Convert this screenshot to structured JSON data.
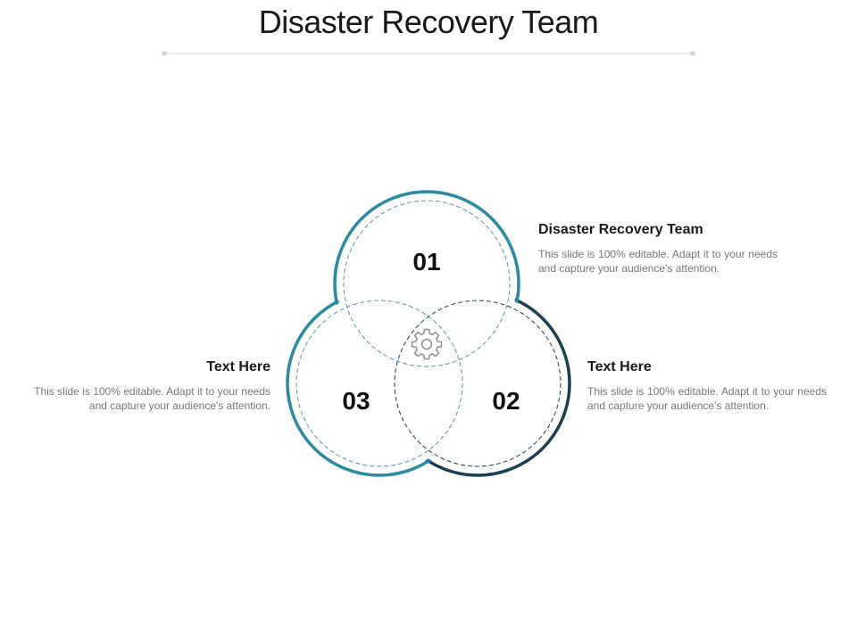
{
  "title": "Disaster Recovery Team",
  "items": [
    {
      "number": "01",
      "heading": "Disaster Recovery Team",
      "body": "This slide is 100% editable. Adapt it to your needs and capture your audience's attention."
    },
    {
      "number": "02",
      "heading": "Text Here",
      "body": "This slide is 100% editable. Adapt it to your needs and capture your audience's attention."
    },
    {
      "number": "03",
      "heading": "Text Here",
      "body": "This slide is 100% editable. Adapt it to your needs and capture your audience's attention."
    }
  ],
  "center_icon": "gear-icon",
  "colors": {
    "teal": "#2a8ba3",
    "dark": "#1c3f52",
    "rule": "#d9d9d9",
    "gear": "#8a8a8a"
  }
}
